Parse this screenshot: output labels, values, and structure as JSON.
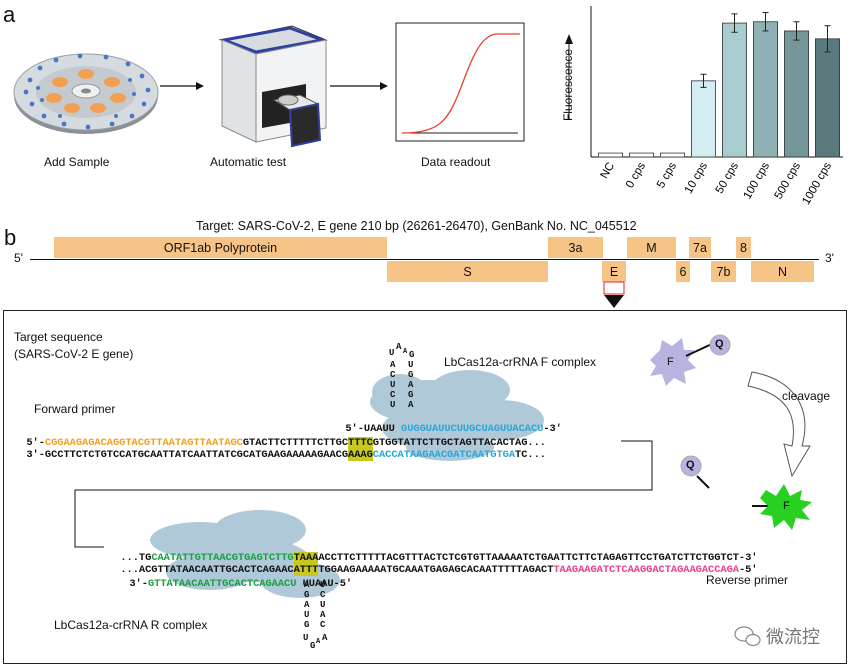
{
  "panel_a": {
    "letter": "a",
    "steps": [
      "Add Sample",
      "Automatic test",
      "Data readout"
    ]
  },
  "chart_data": {
    "type": "bar",
    "ylabel": "Fluorescence",
    "categories": [
      "NC",
      "0 cps",
      "5 cps",
      "10 cps",
      "50 cps",
      "100 cps",
      "500 cps",
      "1000 cps"
    ],
    "values": [
      3,
      3,
      3,
      58,
      102,
      103,
      96,
      90
    ],
    "errors": [
      0,
      0,
      0,
      5,
      7,
      7,
      7,
      10
    ],
    "ylim": [
      0,
      115
    ],
    "colors": [
      "#ffffff",
      "#ffffff",
      "#ffffff",
      "#d3eef3",
      "#a9ccd0",
      "#8fb1b4",
      "#74989a",
      "#5a7a7d"
    ]
  },
  "panel_b": {
    "letter": "b",
    "target_title": "Target: SARS-CoV-2, E gene 210 bp (26261-26470), GenBank No. NC_045512",
    "end5": "5'",
    "end3": "3'",
    "genes": {
      "orf1ab": "ORF1ab Polyprotein",
      "s": "S",
      "g3a": "3a",
      "e": "E",
      "m": "M",
      "g6": "6",
      "g7a": "7a",
      "g7b": "7b",
      "g8": "8",
      "n": "N"
    }
  },
  "detail": {
    "target_seq_1": "Target sequence",
    "target_seq_2": "(SARS-CoV-2 E gene)",
    "forward_primer": "Forward primer",
    "reverse_primer": "Reverse primer",
    "complex_f": "LbCas12a-crRNA F complex",
    "complex_r": "LbCas12a-crRNA R complex",
    "cleavage": "cleavage",
    "f": "F",
    "q": "Q",
    "watermark": "微流控",
    "seq": {
      "top1_a": "5′-",
      "top1_b": "CGGAAGAGACAGGTACGTTAATAGTTAATAGC",
      "top1_c": "GTACTTCTTTTTCTTGC",
      "top1_d": "TTTC",
      "top1_e": "GTGGTATTCTTGCTAGTTACACTAG...",
      "top2_a": "3′-GCCTTCTCTGTCCATGCAATTATCAATTATCGCATGAAGAAAAAGAACG",
      "top2_b": "AAAG",
      "top2_c": "CACCATAAGAACGATCAATGTGA",
      "top2_d": "TC...",
      "crf_a": "5′-UAAUU ",
      "crf_b": "GUGGUAUUCUUGCUAGUUACACU",
      "crf_c": "-3′",
      "bot1_a": "...TG",
      "bot1_b": "CAATATTGTTAACGTGAGTCTTG",
      "bot1_c": "TAAA",
      "bot1_d": "ACCTTCTTTTTACGTTTACTCTCGTGTTAAAAATCTGAATTCTTCTAGAGTTCCTGATCTTCTGGTCT-3′",
      "bot2_a": "...ACGTTATAACAATTGCACTCAGAAC",
      "bot2_b": "ATTT",
      "bot2_c": "TGGAAGAAAAATGCAAATGAGAGCACAATTTTTAGACT",
      "bot2_d": "TAAGAAGATCTCAAGGACTAGAAGACCAGA",
      "bot2_e": "-5′",
      "crr_a": "3′-",
      "crr_b": "GTTATAACAATTGCACTCAGAACU",
      "crr_c": " UUAAU-5′"
    }
  }
}
